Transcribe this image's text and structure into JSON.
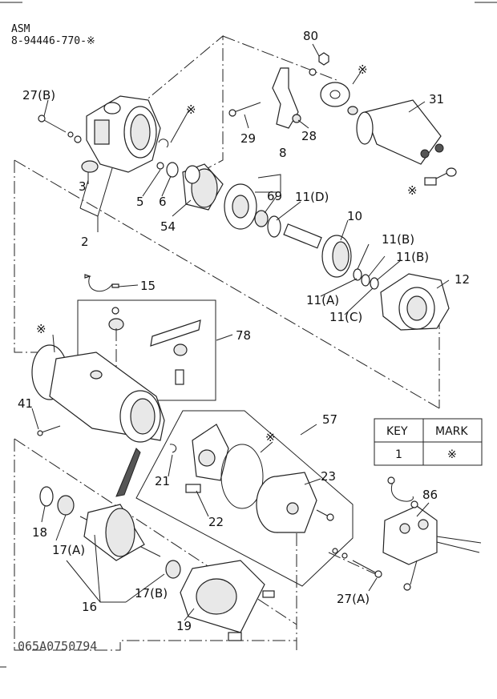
{
  "header": {
    "line1": "ASM",
    "line2": "8-94446-770-※"
  },
  "drawing_ref": "065A0750794",
  "legend": {
    "col_key": "KEY",
    "col_mark": "MARK",
    "key_value": "1",
    "mark_value": "※"
  },
  "labels": {
    "p80": "80",
    "star_top": "※",
    "p31": "31",
    "p27b": "27(B)",
    "star_a": "※",
    "p29": "29",
    "p28": "28",
    "p8": "8",
    "p69": "69",
    "p11d": "11(D)",
    "p3": "3",
    "p5": "5",
    "p6": "6",
    "p54": "54",
    "p2": "2",
    "star_b": "※",
    "p10": "10",
    "p11b1": "11(B)",
    "p11b2": "11(B)",
    "p12": "12",
    "p15": "15",
    "p11a": "11(A)",
    "p11c": "11(C)",
    "p78": "78",
    "star_c": "※",
    "p41": "41",
    "p57": "57",
    "star_d": "※",
    "p21": "21",
    "p23": "23",
    "p22": "22",
    "p86": "86",
    "p18": "18",
    "p17a": "17(A)",
    "p17b": "17(B)",
    "p16": "16",
    "p27a": "27(A)",
    "p19": "19"
  }
}
